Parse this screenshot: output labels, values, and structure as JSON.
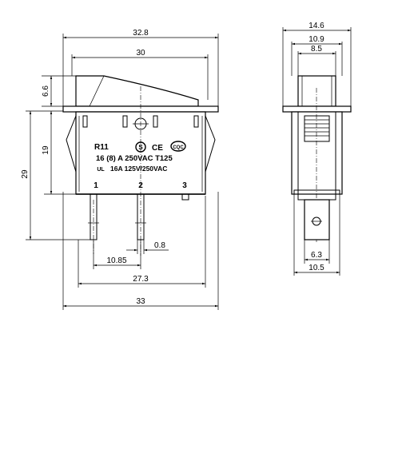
{
  "front_view": {
    "dimensions": {
      "overall_width_top": "32.8",
      "inner_width_top": "30",
      "rocker_height": "6.6",
      "body_height": "19",
      "total_height": "29",
      "pin_pitch": "10.85",
      "pin_thickness": "0.8",
      "pin_span": "27.3",
      "overall_width_bottom": "33"
    },
    "marking": {
      "model": "R11",
      "rating_1": "16 (8) A  250VAC  T125",
      "rating_2": "16A  125V/250VAC",
      "cert_s": "S",
      "cert_ce": "CE",
      "cert_cqc": "CQC",
      "cert_ul": "UL",
      "terminal_1": "1",
      "terminal_2": "2",
      "terminal_3": "3"
    }
  },
  "side_view": {
    "dimensions": {
      "overall_width": "14.6",
      "mid_width": "10.9",
      "rocker_width": "8.5",
      "terminal_width": "6.3",
      "base_width": "10.5"
    }
  }
}
